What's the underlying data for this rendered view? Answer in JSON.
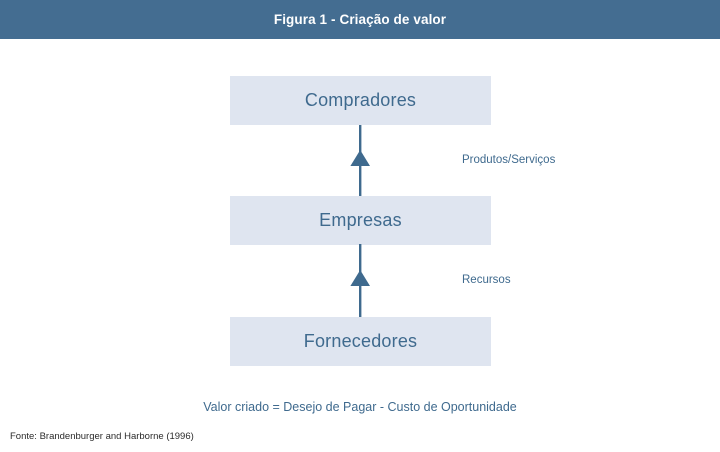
{
  "header": {
    "title": "Figura 1 - Criação de valor",
    "bar_color": "#446d91",
    "title_color": "#ffffff"
  },
  "diagram": {
    "type": "vertical-flow",
    "box_fill_color": "#dfe5f0",
    "box_text_color": "#3f6a8e",
    "arrow_color": "#3f6a8e",
    "nodes": [
      {
        "id": "compradores",
        "label": "Compradores",
        "position": "top"
      },
      {
        "id": "empresas",
        "label": "Empresas",
        "position": "middle"
      },
      {
        "id": "fornecedores",
        "label": "Fornecedores",
        "position": "bottom"
      }
    ],
    "flows": [
      {
        "id": "produtos-servicos",
        "label": "Produtos/Serviços",
        "from": "empresas",
        "to": "compradores",
        "direction": "up"
      },
      {
        "id": "recursos",
        "label": "Recursos",
        "from": "fornecedores",
        "to": "empresas",
        "direction": "up"
      }
    ]
  },
  "caption": {
    "equation": "Valor criado = Desejo de Pagar - Custo de Oportunidade",
    "equation_color": "#3f6a8e"
  },
  "footer": {
    "source": "Fonte: Brandenburger and Harborne (1996)",
    "source_color": "#2b2b2b"
  }
}
